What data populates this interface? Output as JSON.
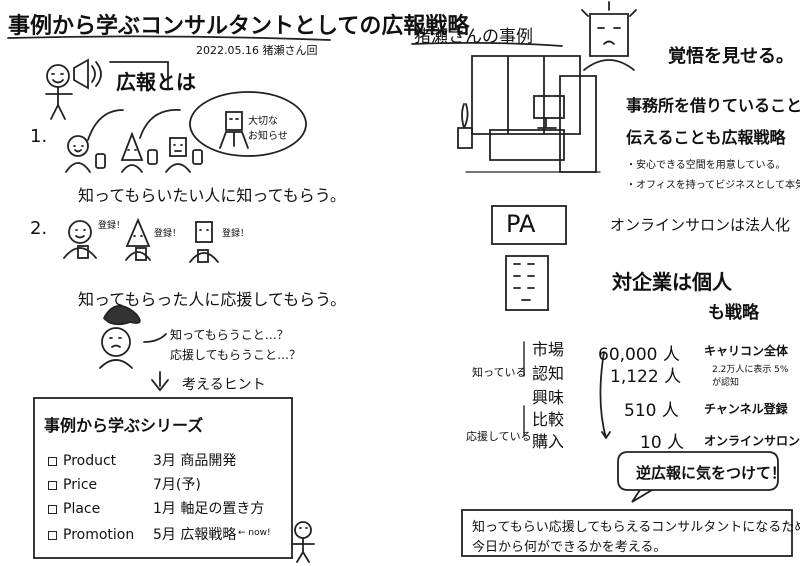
{
  "left": {
    "title": "事例から学ぶコンサルタントとしての広報戦略",
    "date_author": "2022.05.16 猪瀬さん回",
    "koho_heading": "広報とは",
    "num1": "1.",
    "bubble_text_1": "大切な",
    "bubble_text_2": "お知らせ",
    "line1": "知ってもらいたい人に知ってもらう。",
    "num2": "2.",
    "tag_a": "登録！",
    "tag_b": "登録！",
    "tag_c": "登録！",
    "line2": "知ってもらった人に応援してもらう。",
    "q1": "知ってもらうこと…？",
    "q2": "応援してもらうこと…？",
    "hint": "考えるヒント",
    "series_title": "事例から学ぶシリーズ",
    "series": [
      {
        "name": "Product",
        "detail": "3月 商品開発"
      },
      {
        "name": "Price",
        "detail": "7月(予)"
      },
      {
        "name": "Place",
        "detail": "1月 軸足の置き方"
      },
      {
        "name": "Promotion",
        "detail": "5月 広報戦略"
      }
    ],
    "now_label": "← now!"
  },
  "right": {
    "case_title": "猪瀬さんの事例",
    "resolve": "覚悟を見せる。",
    "office_1": "事務所を借りていることを",
    "office_2": "伝えることも広報戦略",
    "bullet_1": "・安心できる空間を用意している。",
    "bullet_2": "・オフィスを持ってビジネスとして本気。",
    "pa": "PA",
    "salon_corp": "オンラインサロンは法人化",
    "b2b": "対企業は個人",
    "b2b_2": "も戦略",
    "funnel_left_1": "知っている",
    "funnel_left_2": "応援している",
    "funnel": [
      {
        "stage": "市場",
        "value": "60,000 人",
        "note": "キャリコン全体"
      },
      {
        "stage": "認知",
        "value": "1,122 人",
        "note": "2.2万人に表示 5%が認知"
      },
      {
        "stage": "興味",
        "value": "",
        "note": ""
      },
      {
        "stage": "比較",
        "value": "510 人",
        "note": "チャンネル登録"
      },
      {
        "stage": "購入",
        "value": "10 人",
        "note": "オンラインサロン"
      }
    ],
    "warning": "逆広報に気をつけて！",
    "conclusion_1": "知ってもらい応援してもらえるコンサルタントになるために",
    "conclusion_2": "今日から何ができるかを考える。"
  }
}
